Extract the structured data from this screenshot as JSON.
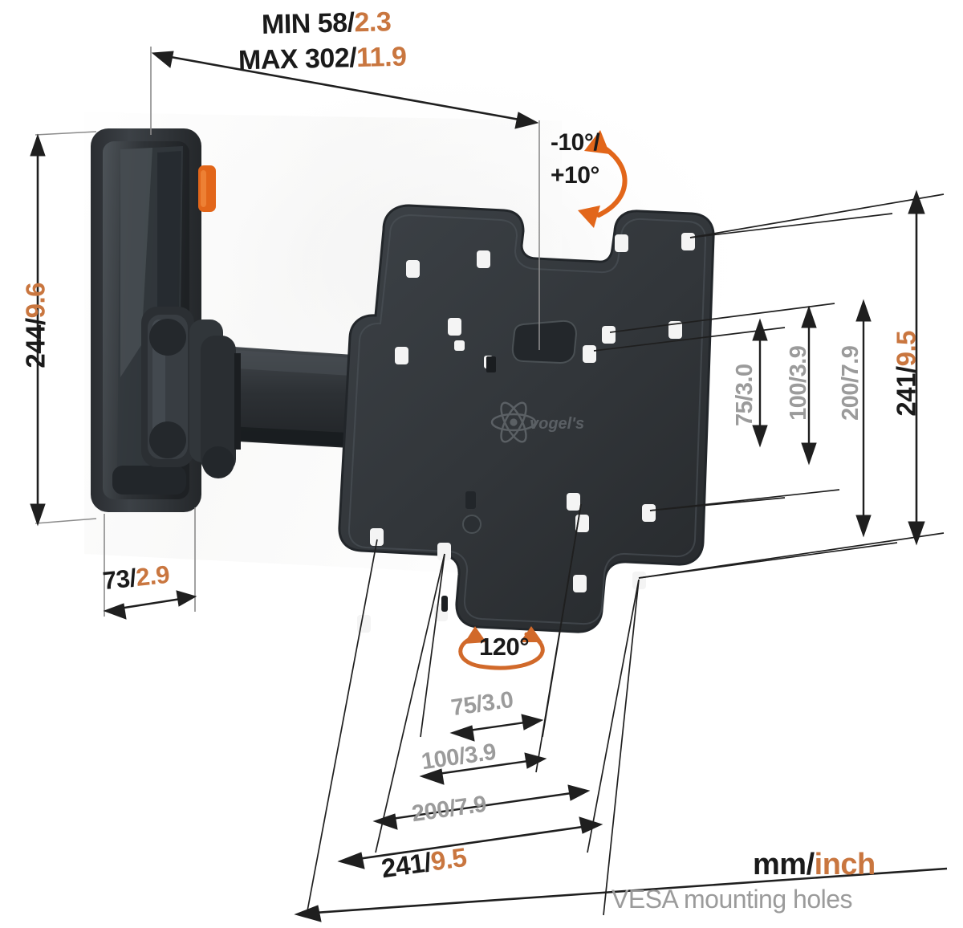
{
  "diagram": {
    "title": "TV wall mount dimension drawing",
    "units_legend": {
      "mm_label": "mm",
      "separator": "/",
      "inch_label": "inch",
      "vesa_label": "VESA mounting holes"
    },
    "colors": {
      "mm_text": "#1a1a1a",
      "inch_text": "#c9763f",
      "vesa_text": "#9b9b9b",
      "accent_orange": "#e2661a",
      "product_body": "#33373b",
      "dimension_line": "#1f1f1f",
      "extension_line": "#8b8b8b",
      "background": "#ffffff"
    },
    "dimensions": {
      "depth_min": {
        "mm": "MIN 58",
        "sep": "/",
        "inch": "2.3"
      },
      "depth_max": {
        "mm": "MAX 302",
        "sep": "/",
        "inch": "11.9"
      },
      "plate_height": {
        "mm": "244",
        "sep": "/",
        "inch": "9.6"
      },
      "plate_depth": {
        "mm": "73",
        "sep": "/",
        "inch": "2.9"
      },
      "vesa_v_241": {
        "mm": "241",
        "sep": "/",
        "inch": "9.5"
      },
      "vesa_h_241": {
        "mm": "241",
        "sep": "/",
        "inch": "9.5"
      }
    },
    "vesa_vertical": [
      {
        "label": "75/3.0"
      },
      {
        "label": "100/3.9"
      },
      {
        "label": "200/7.9"
      }
    ],
    "vesa_horizontal": [
      {
        "label": "75/3.0"
      },
      {
        "label": "100/3.9"
      },
      {
        "label": "200/7.9"
      }
    ],
    "angles": {
      "tilt_line1": "-10°/",
      "tilt_line2": "+10°",
      "swivel": "120°"
    },
    "brand": {
      "logo_text": "vogel's"
    }
  }
}
